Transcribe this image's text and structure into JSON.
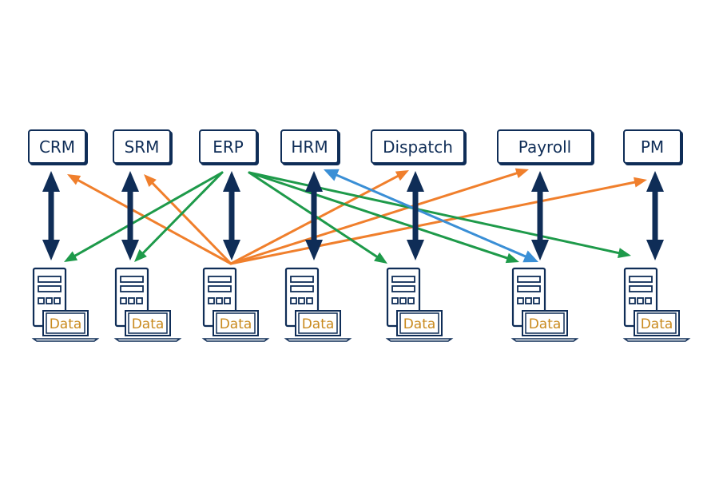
{
  "systems": [
    {
      "label": "CRM"
    },
    {
      "label": "SRM"
    },
    {
      "label": "ERP"
    },
    {
      "label": "HRM"
    },
    {
      "label": "Dispatch"
    },
    {
      "label": "Payroll"
    },
    {
      "label": "PM"
    }
  ],
  "stations": [
    {
      "data_label": "Data"
    },
    {
      "data_label": "Data"
    },
    {
      "data_label": "Data"
    },
    {
      "data_label": "Data"
    },
    {
      "data_label": "Data"
    },
    {
      "data_label": "Data"
    },
    {
      "data_label": "Data"
    }
  ],
  "colors": {
    "navy": "#0f2d57",
    "orange": "#f07f2c",
    "green": "#1e9a4a",
    "blue": "#3a8fd6",
    "data_text": "#c98a1e"
  },
  "connections": [
    {
      "from_system": 0,
      "to_station": 0,
      "type": "bidirectional"
    },
    {
      "from_system": 1,
      "to_station": 1,
      "type": "bidirectional"
    },
    {
      "from_system": 2,
      "to_station": 2,
      "type": "bidirectional"
    },
    {
      "from_system": 3,
      "to_station": 3,
      "type": "bidirectional"
    },
    {
      "from_system": 4,
      "to_station": 4,
      "type": "bidirectional"
    },
    {
      "from_system": 5,
      "to_station": 5,
      "type": "bidirectional"
    },
    {
      "from_system": 6,
      "to_station": 6,
      "type": "bidirectional"
    },
    {
      "from_station": 2,
      "to_system": 0,
      "color": "orange"
    },
    {
      "from_station": 2,
      "to_system": 1,
      "color": "orange"
    },
    {
      "from_station": 2,
      "to_system": 4,
      "color": "orange"
    },
    {
      "from_station": 2,
      "to_system": 5,
      "color": "orange"
    },
    {
      "from_station": 2,
      "to_system": 6,
      "color": "orange"
    },
    {
      "from_system": 2,
      "to_station": 0,
      "color": "green"
    },
    {
      "from_system": 2,
      "to_station": 1,
      "color": "green"
    },
    {
      "from_system": 2,
      "to_station": 4,
      "color": "green"
    },
    {
      "from_system": 2,
      "to_station": 5,
      "color": "green"
    },
    {
      "from_system": 2,
      "to_station": 6,
      "color": "green"
    },
    {
      "from_system": 3,
      "to_station": 5,
      "color": "blue",
      "type": "bidirectional"
    }
  ]
}
